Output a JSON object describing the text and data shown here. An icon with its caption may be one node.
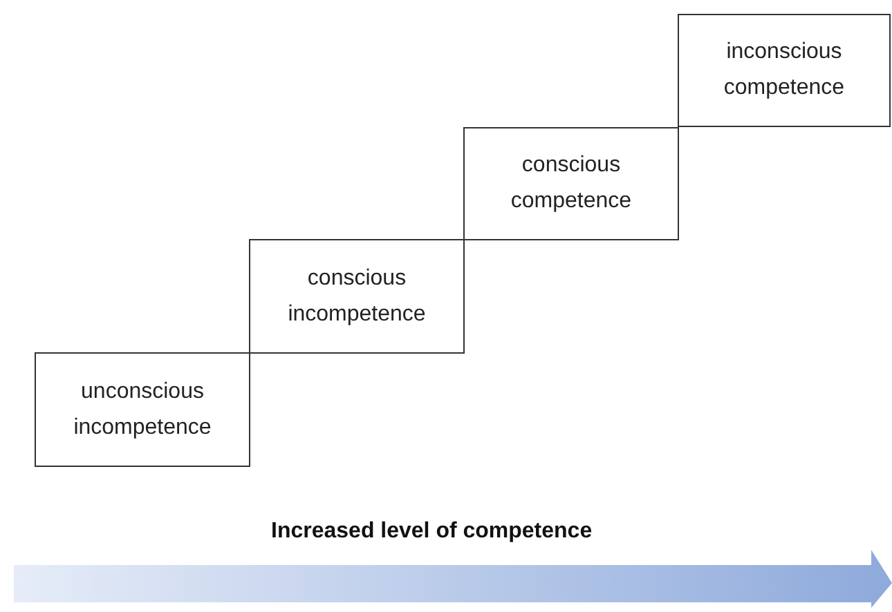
{
  "diagram": {
    "nodes": [
      {
        "text": [
          "unconscious incompetence"
        ]
      },
      {
        "text": [
          "conscious incompetence"
        ]
      },
      {
        "text": [
          "conscious competence"
        ]
      },
      {
        "text": [
          "inconscious competence"
        ]
      }
    ],
    "labels": [
      "Increased level of competence"
    ]
  }
}
